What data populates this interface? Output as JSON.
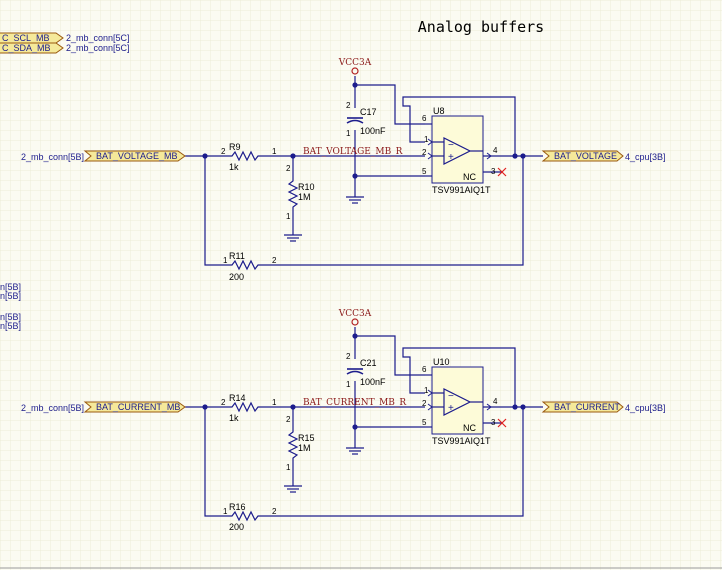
{
  "sheet": {
    "title": "Analog buffers"
  },
  "top_left_ports": [
    {
      "net": "C_SCL_MB",
      "ref": "2_mb_conn[5C]"
    },
    {
      "net": "C_SDA_MB",
      "ref": "2_mb_conn[5C]"
    }
  ],
  "left_edge_refs": [
    "n[5B]",
    "n[5B]",
    "n[5B]",
    "n[5B]"
  ],
  "channels": [
    {
      "in_ref": "2_mb_conn[5B]",
      "in_port": "BAT_VOLTAGE_MB",
      "r_in": {
        "ref": "R9",
        "value": "1k",
        "pin_a": "2",
        "pin_b": "1"
      },
      "r_gnd": {
        "ref": "R10",
        "value": "1M",
        "pin_a": "2",
        "pin_b": "1"
      },
      "r_fb": {
        "ref": "R11",
        "value": "200",
        "pin_a": "1",
        "pin_b": "2"
      },
      "net_label": "BAT_VOLTAGE_MB_R",
      "vcc": "VCC3A",
      "cap": {
        "ref": "C17",
        "value": "100nF",
        "pin_a": "2",
        "pin_b": "1"
      },
      "opamp": {
        "ref": "U8",
        "part": "TSV991AIQ1T",
        "pin_vcc": "6",
        "pin_neg": "1",
        "pin_pos": "2",
        "pin_gnd": "5",
        "pin_out": "4",
        "pin_nc": "3",
        "nc_label": "NC"
      },
      "out_port": "BAT_VOLTAGE",
      "out_ref": "4_cpu[3B]"
    },
    {
      "in_ref": "2_mb_conn[5B]",
      "in_port": "BAT_CURRENT_MB",
      "r_in": {
        "ref": "R14",
        "value": "1k",
        "pin_a": "2",
        "pin_b": "1"
      },
      "r_gnd": {
        "ref": "R15",
        "value": "1M",
        "pin_a": "2",
        "pin_b": "1"
      },
      "r_fb": {
        "ref": "R16",
        "value": "200",
        "pin_a": "1",
        "pin_b": "2"
      },
      "net_label": "BAT_CURRENT_MB_R",
      "vcc": "VCC3A",
      "cap": {
        "ref": "C21",
        "value": "100nF",
        "pin_a": "2",
        "pin_b": "1"
      },
      "opamp": {
        "ref": "U10",
        "part": "TSV991AIQ1T",
        "pin_vcc": "6",
        "pin_neg": "1",
        "pin_pos": "2",
        "pin_gnd": "5",
        "pin_out": "4",
        "pin_nc": "3",
        "nc_label": "NC"
      },
      "out_port": "BAT_CURRENT",
      "out_ref": "4_cpu[3B]"
    }
  ],
  "colors": {
    "wire": "#1c1c8c",
    "component": "#1c1c8c",
    "net_label": "#8b1a1a",
    "power": "#b22222",
    "port_fill": "#f5e99a",
    "port_stroke": "#9a5a10",
    "opamp_body": "#fdfbd8",
    "grid": "#ececd8",
    "no_connect": "#e02020"
  }
}
